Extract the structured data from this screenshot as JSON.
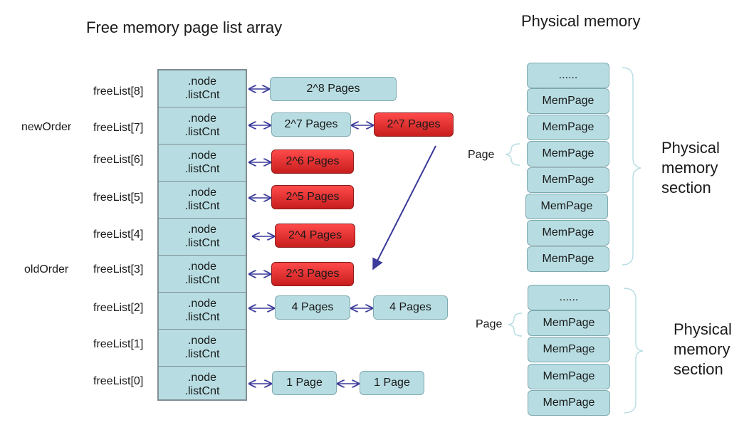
{
  "titles": {
    "free_list": "Free memory page list array",
    "physical": "Physical memory"
  },
  "order_labels": {
    "new_order": "newOrder",
    "old_order": "oldOrder"
  },
  "free_list": [
    {
      "label": "freeList[8]",
      "node": ".node",
      "count": ".listCnt"
    },
    {
      "label": "freeList[7]",
      "node": ".node",
      "count": ".listCnt"
    },
    {
      "label": "freeList[6]",
      "node": ".node",
      "count": ".listCnt"
    },
    {
      "label": "freeList[5]",
      "node": ".node",
      "count": ".listCnt"
    },
    {
      "label": "freeList[4]",
      "node": ".node",
      "count": ".listCnt"
    },
    {
      "label": "freeList[3]",
      "node": ".node",
      "count": ".listCnt"
    },
    {
      "label": "freeList[2]",
      "node": ".node",
      "count": ".listCnt"
    },
    {
      "label": "freeList[1]",
      "node": ".node",
      "count": ".listCnt"
    },
    {
      "label": "freeList[0]",
      "node": ".node",
      "count": ".listCnt"
    }
  ],
  "blocks": {
    "l8a": "2^8 Pages",
    "l7a": "2^7 Pages",
    "l7b": "2^7 Pages",
    "l6a": "2^6 Pages",
    "l5a": "2^5 Pages",
    "l4a": "2^4 Pages",
    "l3a": "2^3 Pages",
    "l2a": "4 Pages",
    "l2b": "4 Pages",
    "l0a": "1 Page",
    "l0b": "1 Page"
  },
  "colors": {
    "free": "#b7dde2",
    "allocated": "#d92b2b",
    "arrow": "#3a3a9a"
  },
  "physical": {
    "section1": [
      "......",
      "MemPage",
      "MemPage",
      "MemPage",
      "MemPage",
      "MemPage",
      "MemPage",
      "MemPage"
    ],
    "section2": [
      "......",
      "MemPage",
      "MemPage",
      "MemPage",
      "MemPage"
    ],
    "page_label_1": "Page",
    "page_label_2": "Page",
    "section_label_1": [
      "Physical",
      "memory",
      "section"
    ],
    "section_label_2": [
      "Physical",
      "memory",
      "section"
    ]
  }
}
